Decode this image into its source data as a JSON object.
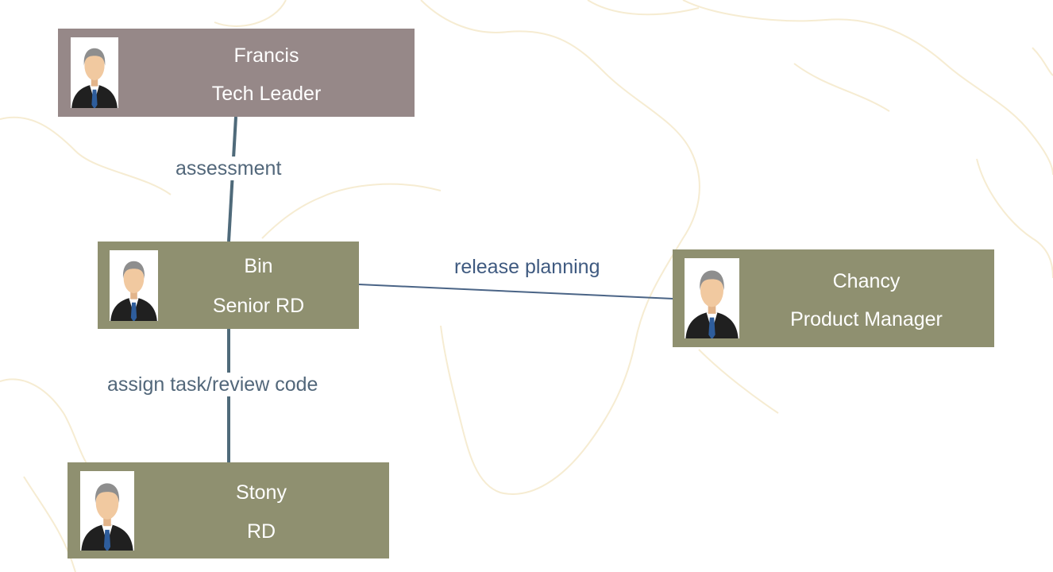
{
  "colors": {
    "leader_fill": "#968888",
    "member_fill": "#8f9070",
    "edge_vertical": "#4f6a7a",
    "edge_horizontal": "#4a6486",
    "label_vertical": "#52677a",
    "label_horizontal": "#3f5a80",
    "map_outline": "#f6ecd2"
  },
  "nodes": {
    "francis": {
      "name": "Francis",
      "role": "Tech Leader",
      "icon": "businessman-avatar-icon"
    },
    "bin": {
      "name": "Bin",
      "role": "Senior RD",
      "icon": "businessman-avatar-icon"
    },
    "chancy": {
      "name": "Chancy",
      "role": "Product Manager",
      "icon": "businessman-avatar-icon"
    },
    "stony": {
      "name": "Stony",
      "role": "RD",
      "icon": "businessman-avatar-icon"
    }
  },
  "edges": {
    "francis_bin": {
      "from": "Francis",
      "to": "Bin",
      "label": "assessment"
    },
    "bin_chancy": {
      "from": "Bin",
      "to": "Chancy",
      "label": "release planning"
    },
    "bin_stony": {
      "from": "Bin",
      "to": "Stony",
      "label": "assign task/review code"
    }
  }
}
